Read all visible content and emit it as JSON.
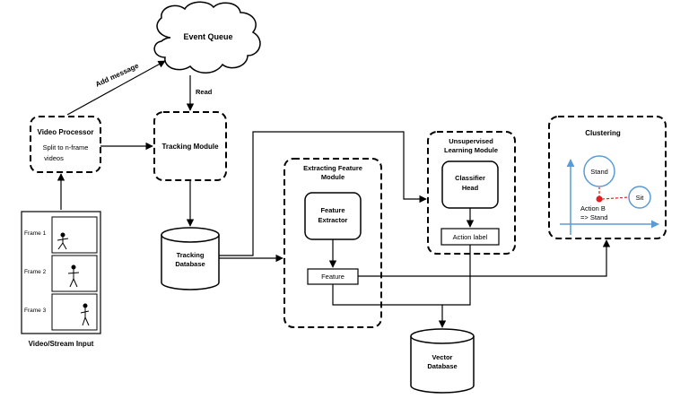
{
  "event_queue": {
    "label": "Event Queue"
  },
  "video_processor": {
    "title": "Video Processor",
    "subtitle_line1": "Split to n-frame",
    "subtitle_line2": "videos"
  },
  "tracking_module": {
    "label": "Tracking Module"
  },
  "tracking_database": {
    "line1": "Tracking",
    "line2": "Database"
  },
  "feature_module": {
    "title_line1": "Extracting Feature",
    "title_line2": "Module",
    "extractor_line1": "Feature",
    "extractor_line2": "Extractor",
    "feature_label": "Feature"
  },
  "unsupervised_module": {
    "title_line1": "Unsupervised",
    "title_line2": "Learning Module",
    "classifier_line1": "Classifier",
    "classifier_line2": "Head",
    "action_label": "Action label"
  },
  "clustering": {
    "title": "Clustering",
    "stand": "Stand",
    "sit": "Sit",
    "action_line1": "Action B",
    "action_line2": "=> Stand"
  },
  "vector_database": {
    "line1": "Vector",
    "line2": "Database"
  },
  "input": {
    "frames": [
      "Frame 1",
      "Frame 2",
      "Frame 3"
    ],
    "caption": "Video/Stream Input"
  },
  "edges": {
    "add_message": "Add message",
    "read": "Read"
  },
  "colors": {
    "accent_blue": "#5b9bd5",
    "marker_red": "#e02020"
  }
}
